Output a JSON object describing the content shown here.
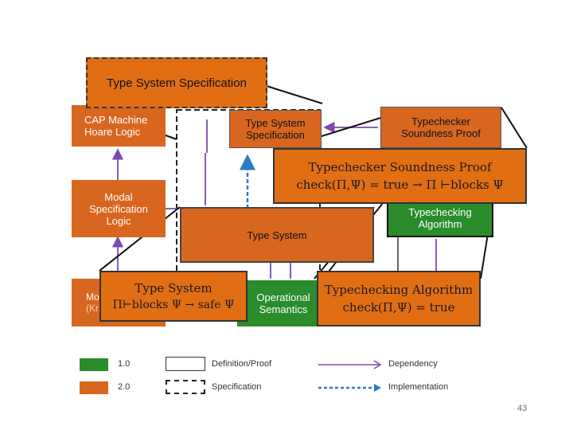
{
  "diagram": {
    "boxes": {
      "cap_machine": {
        "line1": "CAP Machine",
        "line2": "Hoare Logic"
      },
      "modal_spec": {
        "line1": "Modal",
        "line2": "Specification",
        "line3": "Logic"
      },
      "model": {
        "line1": "Model",
        "line2": "(Kripke)"
      },
      "operational": {
        "line1": "Operational",
        "line2": "Semantics"
      },
      "tss_small": {
        "line1": "Type System",
        "line2": "Specification"
      },
      "soundness_small": {
        "line1": "Typechecker",
        "line2": "Soundness Proof"
      },
      "algorithm_small": {
        "line1": "Typechecking",
        "line2": "Algorithm"
      },
      "type_system_mid": {
        "label": "Type System"
      }
    },
    "callouts": {
      "tss_top": {
        "label": "Type System Specification"
      },
      "soundness": {
        "title": "Typechecker Soundness Proof",
        "formula": "check(Π,Ψ) = true → Π ⊢blocks Ψ"
      },
      "type_system": {
        "title": "Type System",
        "formula": "Π⊢blocks Ψ  →  safe Ψ"
      },
      "algorithm": {
        "title": "Typechecking Algorithm",
        "formula": "check(Π,Ψ) = true"
      }
    },
    "legend": {
      "v1": "1.0",
      "v2": "2.0",
      "def_proof": "Definition/Proof",
      "spec": "Specification",
      "dependency": "Dependency",
      "implementation": "Implementation"
    },
    "colors": {
      "orange": "#d9661f",
      "green": "#2a8c2a",
      "arrow_purple": "#7b4bb0",
      "impl_blue": "#2b7bc6"
    }
  },
  "page_number": "43"
}
